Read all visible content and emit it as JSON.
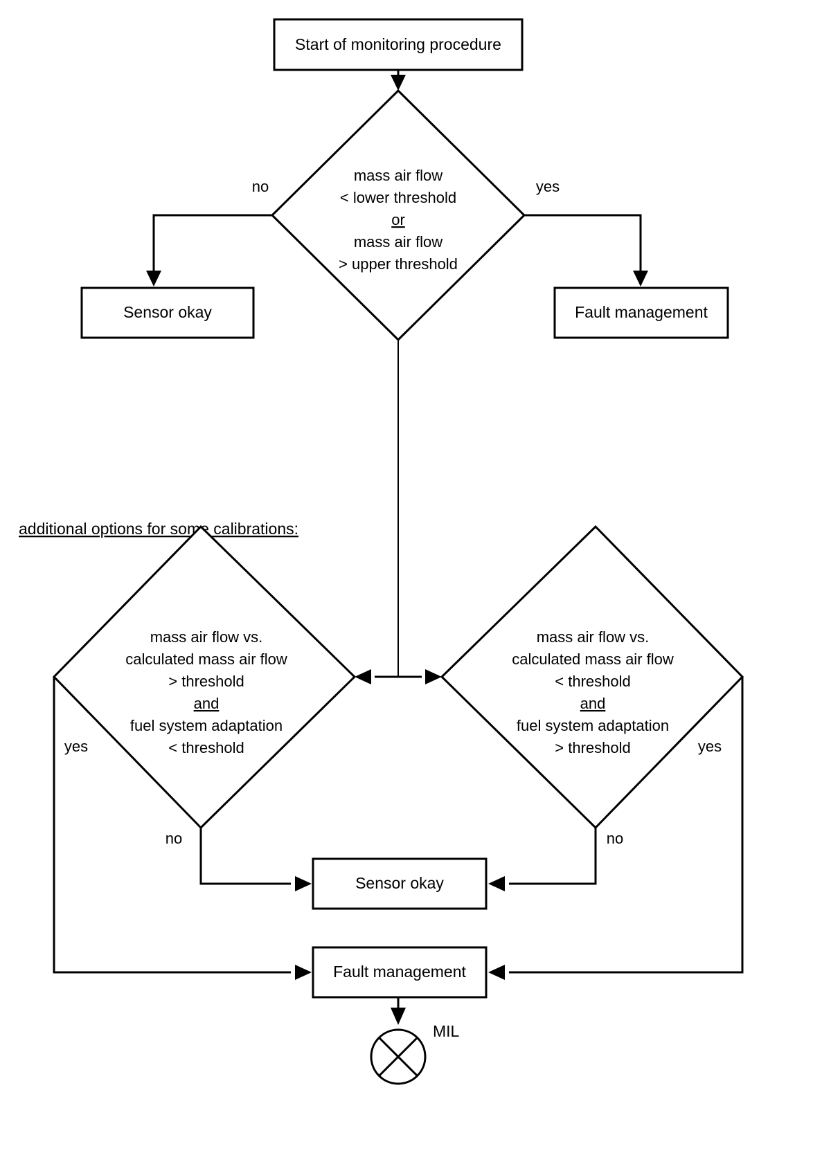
{
  "diagram": {
    "title_box": {
      "label": "Start of monitoring procedure"
    },
    "decision_main": {
      "lines": [
        "mass air flow",
        "< lower threshold",
        "or",
        "mass air flow",
        "> upper threshold"
      ],
      "underlined_line_index": 2,
      "branch_no": "no",
      "branch_yes": "yes"
    },
    "sensor_okay_top": {
      "label": "Sensor okay"
    },
    "fault_management_top": {
      "label": "Fault management"
    },
    "section_note": "additional options for some calibrations:",
    "decision_left": {
      "lines": [
        "mass air flow vs.",
        "calculated mass air flow",
        "> threshold",
        "and",
        "fuel system adaptation",
        "< threshold"
      ],
      "underlined_line_index": 3,
      "branch_yes": "yes",
      "branch_no": "no"
    },
    "decision_right": {
      "lines": [
        "mass air flow vs.",
        "calculated mass air flow",
        "< threshold",
        "and",
        "fuel system adaptation",
        "> threshold"
      ],
      "underlined_line_index": 3,
      "branch_yes": "yes",
      "branch_no": "no"
    },
    "sensor_okay_bottom": {
      "label": "Sensor okay"
    },
    "fault_management_bottom": {
      "label": "Fault management"
    },
    "mil": {
      "label": "MIL"
    },
    "colors": {
      "stroke": "#000000",
      "fill": "#ffffff",
      "text": "#000000"
    }
  }
}
